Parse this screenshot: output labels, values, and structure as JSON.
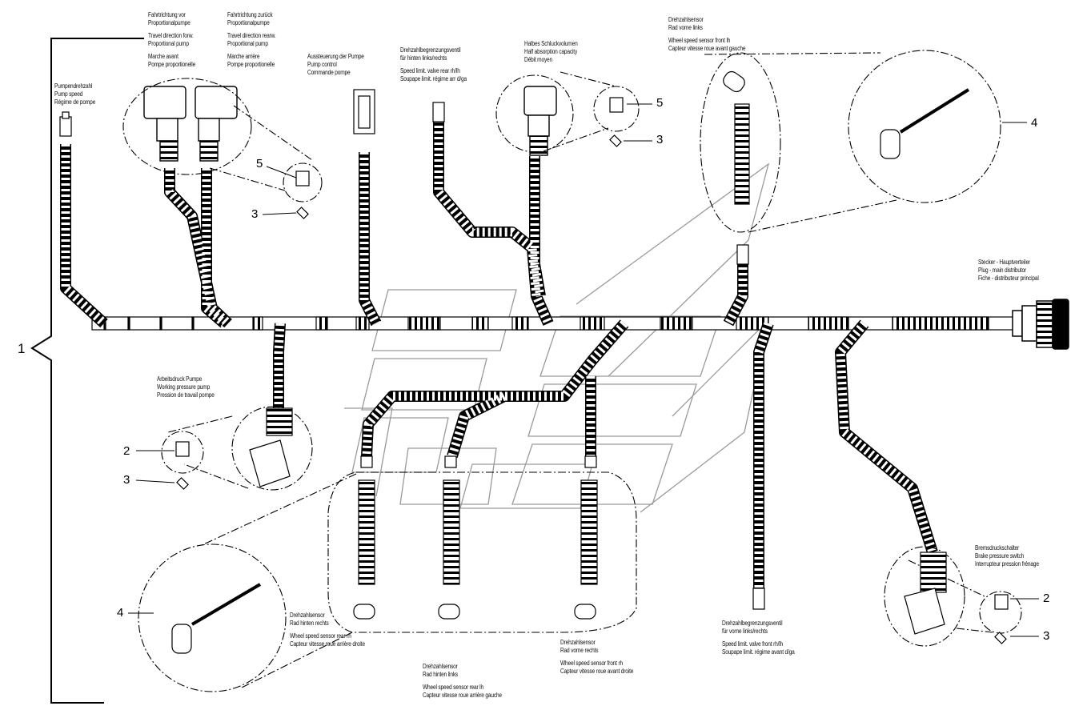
{
  "labels": {
    "travel_dir_fwd": [
      "Fahrtrichtung vor",
      "Proportionalpumpe",
      "",
      "Travel direction forw.",
      "Proportional pump",
      "",
      "Marche avant",
      "Pompe proportionelle"
    ],
    "travel_dir_rev": [
      "Fahrtrichtung zurück",
      "Proportionalpumpe",
      "",
      "Travel direction rearw.",
      "Proportional pump",
      "",
      "Marche arrière",
      "Pompe proportionelle"
    ],
    "pump_speed": [
      "Pumpendrehzahl",
      "Pump speed",
      "Régime de pompe"
    ],
    "pump_control": [
      "Aussteuerung der Pumpe",
      "Pump control",
      "Commande pompe"
    ],
    "speed_limit_rear": [
      "Drehzahlbegrenzungsventil",
      "für hinten links/rechts",
      "",
      "Speed limit. valve rear rh/lh",
      "Soupape limit. régime arr d/ga"
    ],
    "half_absorption": [
      "Halbes Schluckvolumen",
      "Half absorption capacity",
      "Débit moyen"
    ],
    "speed_sensor_front_lh": [
      "Drehzahlsensor",
      "Rad vorne links",
      "",
      "Wheel speed sensor front lh",
      "Capteur vitesse roue avant gauche"
    ],
    "plug_main_distributor": [
      "Stecker - Hauptverteiler",
      "Plug - main distributor",
      "Fiche - distributeur principal"
    ],
    "working_pressure": [
      "Arbeitsdruck Pumpe",
      "Working pressure pump",
      "Pression de travail pompe"
    ],
    "speed_sensor_rear_rh": [
      "Drehzahlsensor",
      "Rad hinten rechts",
      "",
      "Wheel speed sensor rear rh",
      "Capteur vitesse roue arrière droite"
    ],
    "speed_sensor_front_rh": [
      "Drehzahlsensor",
      "Rad vorne rechts",
      "",
      "Wheel speed sensor front rh",
      "Capteur vitesse roue avant droite"
    ],
    "speed_sensor_rear_lh": [
      "Drehzahlsensor",
      "Rad hinten links",
      "",
      "Wheel speed sensor rear lh",
      "Capteur vitesse roue arrière gauche"
    ],
    "speed_limit_front": [
      "Drehzahlbegrenzungsventil",
      "für vorne links/rechts",
      "",
      "Speed limit. valve front rh/lh",
      "Soupape limit. régime avant d/ga"
    ],
    "brake_pressure": [
      "Bremsdruckschalter",
      "Brake pressure switch",
      "Interrupteur pression frénage"
    ]
  },
  "callouts": {
    "n1": "1",
    "n2a": "2",
    "n2b": "2",
    "n3a": "3",
    "n3b": "3",
    "n3c": "3",
    "n3d": "3",
    "n4a": "4",
    "n4b": "4",
    "n5a": "5",
    "n5b": "5"
  },
  "icons": [
    "wire-harness",
    "connector-plug",
    "valve-solenoid-plug",
    "gasket",
    "speed-sensor",
    "round-main-connector"
  ],
  "colors": {
    "line": "#000000",
    "watermark": "#9a9a9a",
    "background": "#ffffff"
  }
}
